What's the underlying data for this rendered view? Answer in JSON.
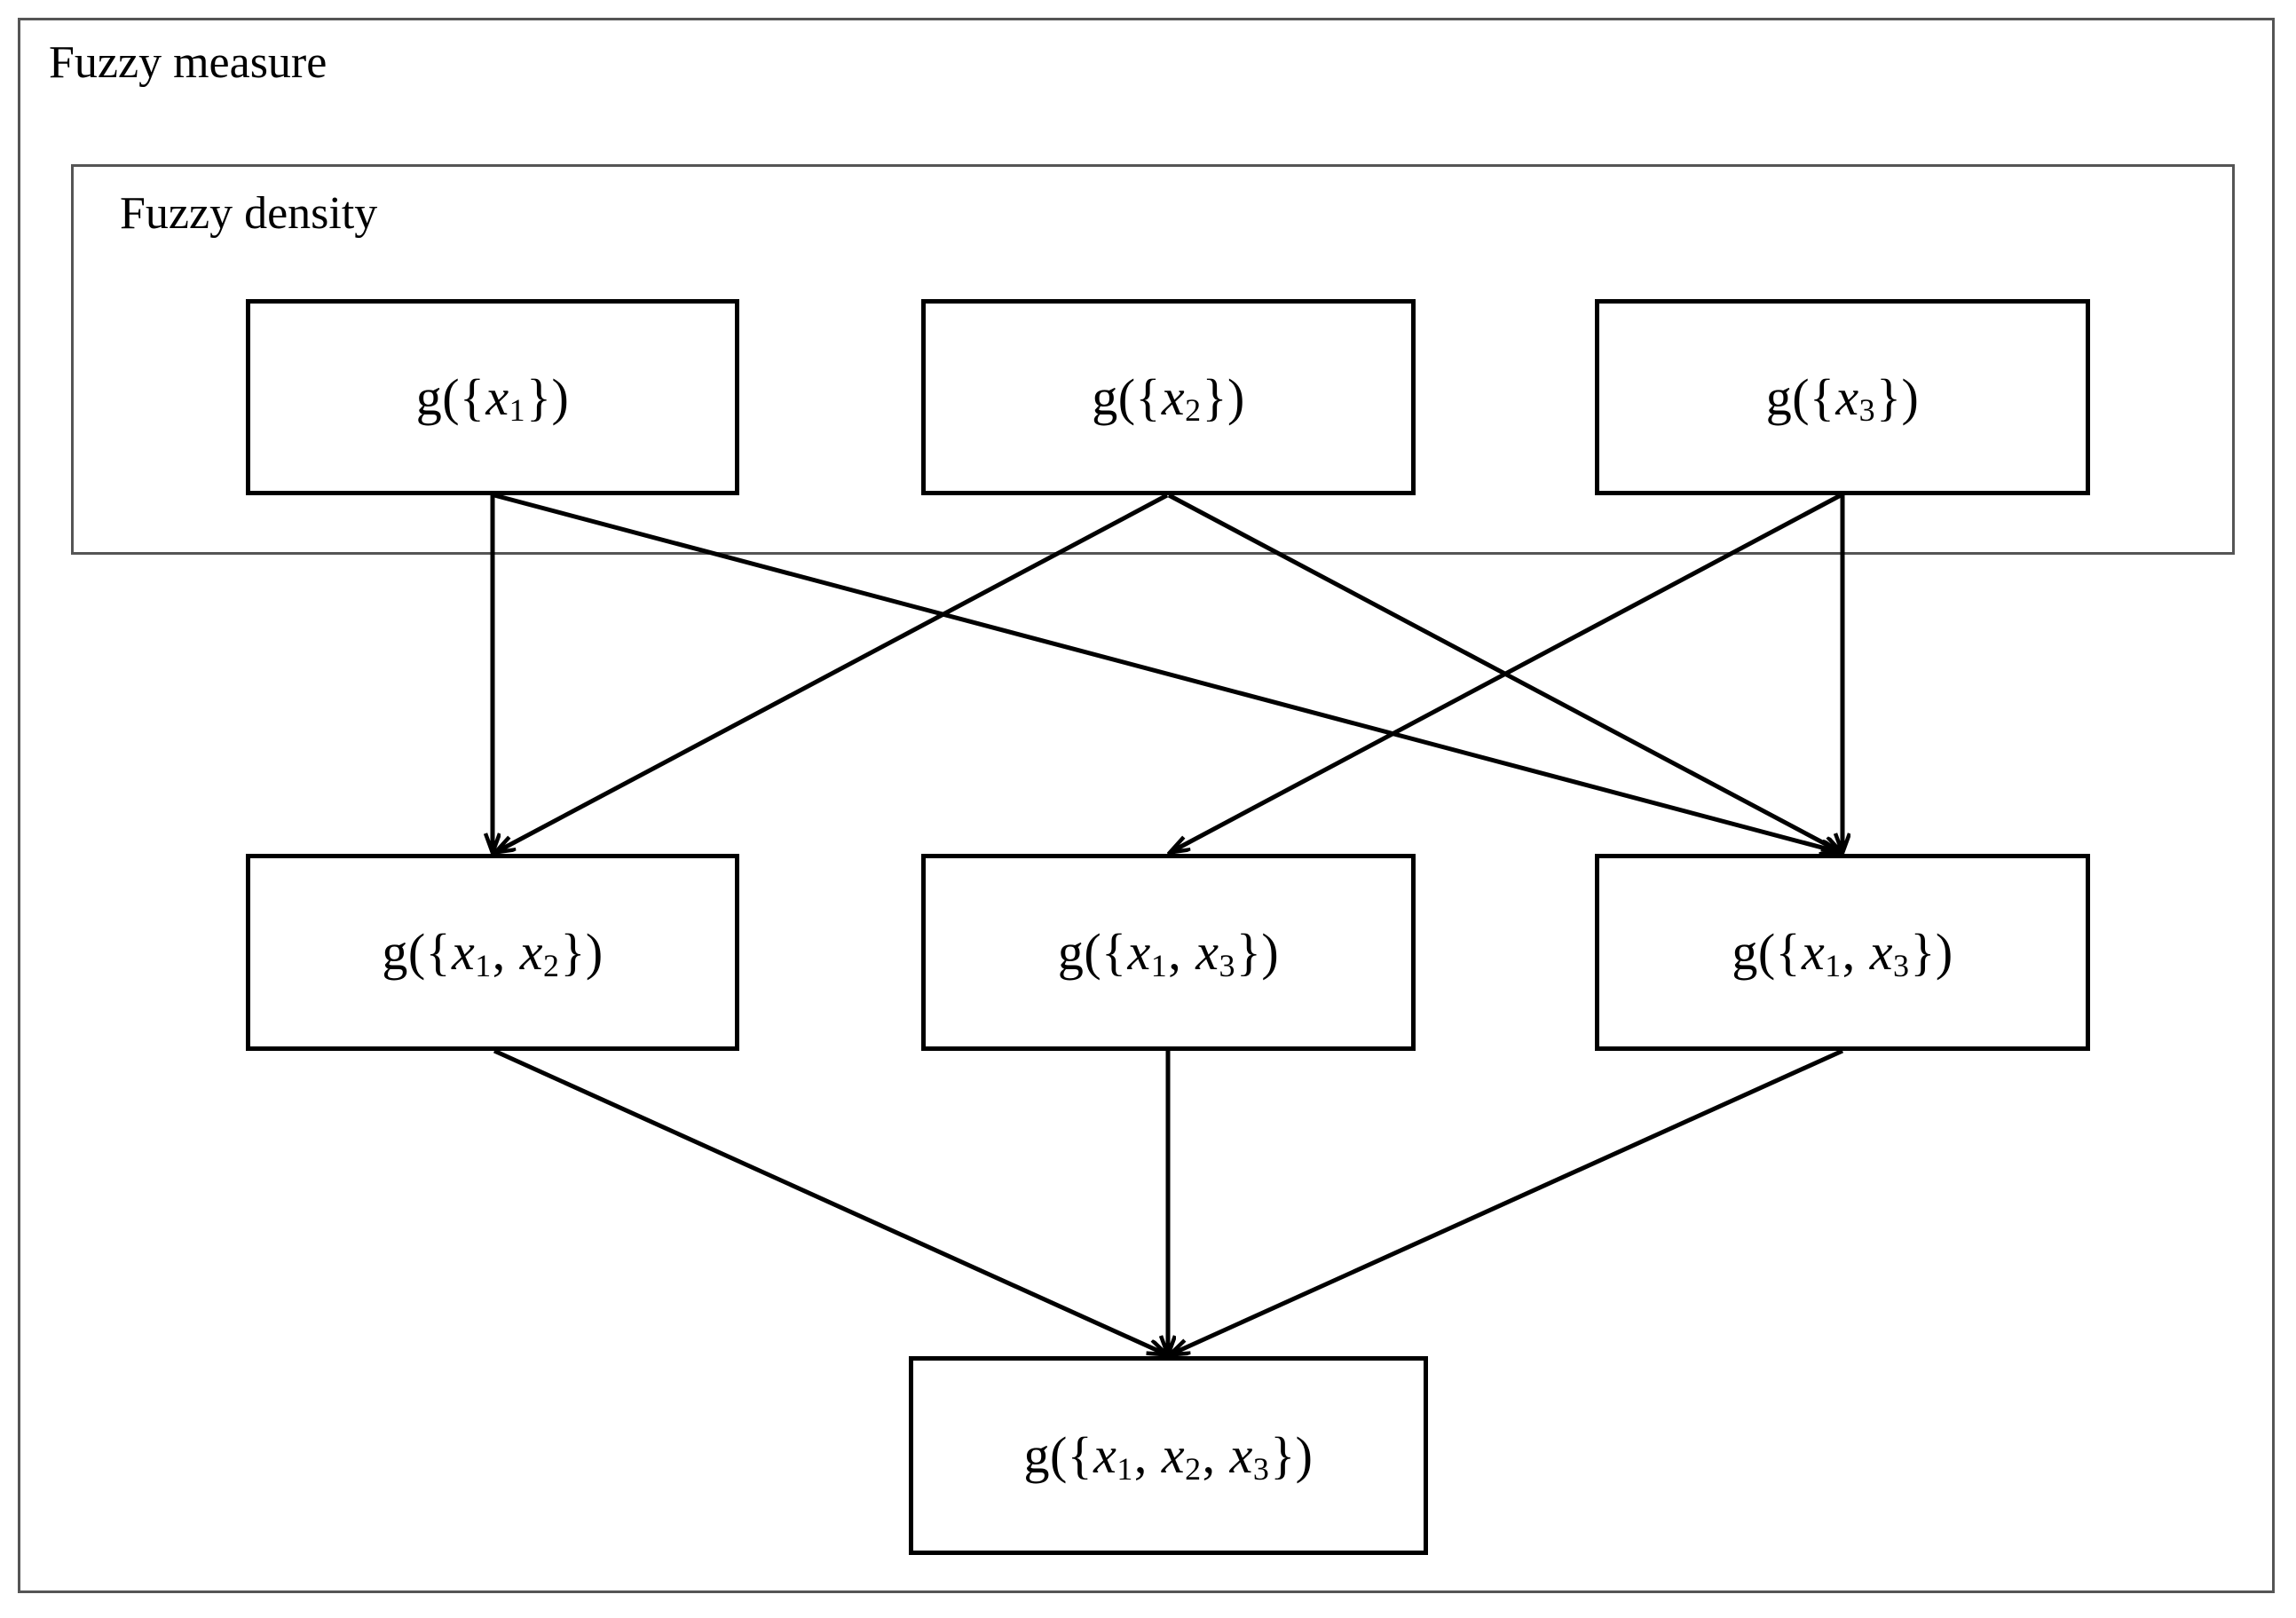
{
  "frames": {
    "outer": {
      "title": "Fuzzy measure"
    },
    "inner": {
      "title": "Fuzzy density"
    }
  },
  "nodes": {
    "row_densities": [
      {
        "id": "g-x1",
        "label": "g({x1})",
        "base": "g({",
        "var": "x",
        "sub": "1",
        "tail": "})"
      },
      {
        "id": "g-x2",
        "label": "g({x2})",
        "base": "g({",
        "var": "x",
        "sub": "2",
        "tail": "})"
      },
      {
        "id": "g-x3",
        "label": "g({x3})",
        "base": "g({",
        "var": "x",
        "sub": "3",
        "tail": "})"
      }
    ],
    "row_pairs": [
      {
        "id": "g-x1x2",
        "label": "g({x1, x2})"
      },
      {
        "id": "g-x1x3-a",
        "label": "g({x1, x3})"
      },
      {
        "id": "g-x1x3-b",
        "label": "g({x1, x3})"
      }
    ],
    "row_full": [
      {
        "id": "g-x1x2x3",
        "label": "g({x1, x2, x3})"
      }
    ]
  },
  "text_parts": {
    "g_open": "g({",
    "var_x": "x",
    "comma": ", ",
    "close": "})",
    "sub1": "1",
    "sub2": "2",
    "sub3": "3"
  },
  "edges": [
    {
      "from": "g-x1",
      "to": "g-x1x2",
      "kind": "vertical"
    },
    {
      "from": "g-x1",
      "to": "g-x1x3-b",
      "kind": "diagonal"
    },
    {
      "from": "g-x2",
      "to": "g-x1x2",
      "kind": "diagonal"
    },
    {
      "from": "g-x2",
      "to": "g-x1x3-b",
      "kind": "diagonal"
    },
    {
      "from": "g-x3",
      "to": "g-x1x3-a",
      "kind": "diagonal"
    },
    {
      "from": "g-x3",
      "to": "g-x1x3-b",
      "kind": "vertical"
    },
    {
      "from": "g-x1x2",
      "to": "g-x1x2x3",
      "kind": "diagonal"
    },
    {
      "from": "g-x1x3-a",
      "to": "g-x1x2x3",
      "kind": "vertical"
    },
    {
      "from": "g-x1x3-b",
      "to": "g-x1x2x3",
      "kind": "diagonal"
    }
  ],
  "colors": {
    "frame_stroke": "#555555",
    "box_stroke": "#000000",
    "arrow_stroke": "#000000",
    "background": "#ffffff",
    "text": "#000000"
  }
}
